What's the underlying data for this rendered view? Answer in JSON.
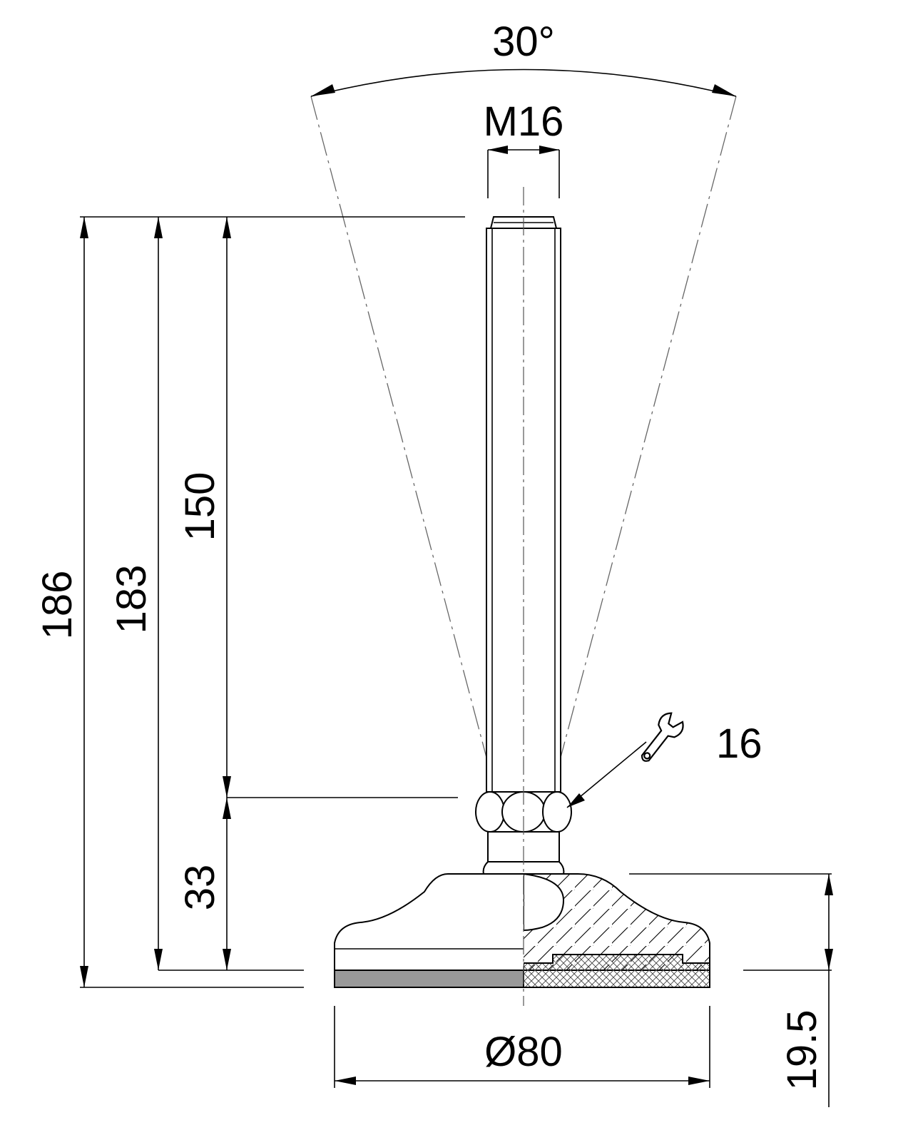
{
  "drawing": {
    "angle_label": "30°",
    "thread_label": "M16",
    "wrench_label": "16",
    "diameter_label": "Ø80",
    "dim_186": "186",
    "dim_183": "183",
    "dim_150": "150",
    "dim_33": "33",
    "dim_19_5": "19.5"
  },
  "colors": {
    "line": "#000000",
    "construction": "#666666",
    "rubber_pad": "#999999",
    "background": "#ffffff"
  }
}
